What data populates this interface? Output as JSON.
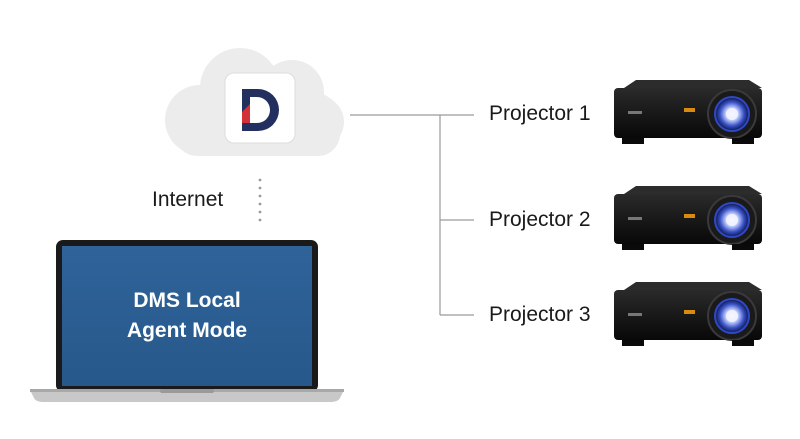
{
  "internet_label": "Internet",
  "laptop": {
    "line1": "DMS Local",
    "line2": "Agent Mode",
    "screen_color": "#2b5d92"
  },
  "projectors": [
    {
      "label": "Projector 1"
    },
    {
      "label": "Projector 2"
    },
    {
      "label": "Projector 3"
    }
  ],
  "colors": {
    "cloud": "#ececec",
    "connector": "#9a9a9a",
    "logo_blue": "#23305f",
    "logo_red": "#d4303a",
    "projector_body": "#111111"
  }
}
